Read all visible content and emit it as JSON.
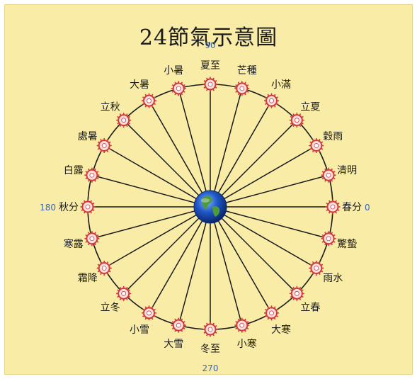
{
  "title": "24節氣示意圖",
  "colors": {
    "background": "#f8eca6",
    "spoke": "#1a1a1a",
    "marker_fill": "#f7e0e0",
    "marker_ring": "#d33a3a",
    "degree_text": "#3a64b8"
  },
  "center_icon": "earth-globe-icon",
  "marker_icon": "sun-icon",
  "solar_terms": [
    {
      "name": "春分",
      "longitude": 0
    },
    {
      "name": "清明",
      "longitude": 15
    },
    {
      "name": "穀雨",
      "longitude": 30
    },
    {
      "name": "立夏",
      "longitude": 45
    },
    {
      "name": "小滿",
      "longitude": 60
    },
    {
      "name": "芒種",
      "longitude": 75
    },
    {
      "name": "夏至",
      "longitude": 90
    },
    {
      "name": "小暑",
      "longitude": 105
    },
    {
      "name": "大暑",
      "longitude": 120
    },
    {
      "name": "立秋",
      "longitude": 135
    },
    {
      "name": "處暑",
      "longitude": 150
    },
    {
      "name": "白露",
      "longitude": 165
    },
    {
      "name": "秋分",
      "longitude": 180
    },
    {
      "name": "寒露",
      "longitude": 195
    },
    {
      "name": "霜降",
      "longitude": 210
    },
    {
      "name": "立冬",
      "longitude": 225
    },
    {
      "name": "小雪",
      "longitude": 240
    },
    {
      "name": "大雪",
      "longitude": 255
    },
    {
      "name": "冬至",
      "longitude": 270
    },
    {
      "name": "小寒",
      "longitude": 285
    },
    {
      "name": "大寒",
      "longitude": 300
    },
    {
      "name": "立春",
      "longitude": 315
    },
    {
      "name": "雨水",
      "longitude": 330
    },
    {
      "name": "驚蟄",
      "longitude": 345
    }
  ],
  "degree_labels": [
    {
      "text": "0",
      "longitude": 0
    },
    {
      "text": "90",
      "longitude": 90
    },
    {
      "text": "180",
      "longitude": 180
    },
    {
      "text": "270",
      "longitude": 270
    }
  ]
}
